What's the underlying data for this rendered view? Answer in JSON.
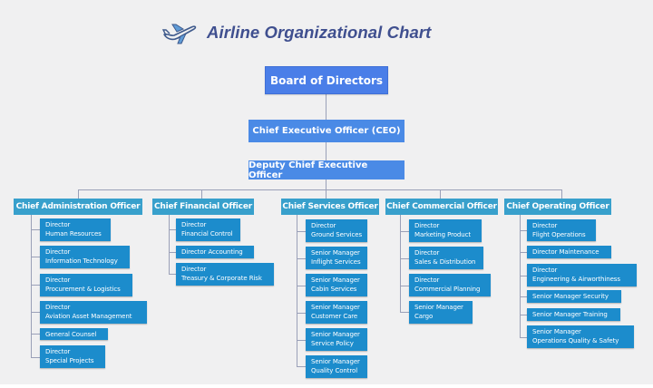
{
  "header": {
    "title": "Airline Organizational Chart",
    "icon": "airplane-icon"
  },
  "colors": {
    "background": "#f0f0f1",
    "title": "#3f4f8f",
    "board_box": "#4a7ee8",
    "executive_box": "#4a8ae6",
    "chief_box": "#38a0cc",
    "report_box": "#1c8ccc",
    "connector": "#9aa0b8"
  },
  "top": {
    "board": "Board of Directors",
    "ceo": "Chief Executive Officer (CEO)",
    "deputy": "Deputy Chief Executive Officer"
  },
  "chiefs": [
    {
      "title": "Chief Administration Officer",
      "reports": [
        {
          "line1": "Director",
          "line2": "Human Resources"
        },
        {
          "line1": "Director",
          "line2": "Information Technology"
        },
        {
          "line1": "Director",
          "line2": "Procurement & Logistics"
        },
        {
          "line1": "Director",
          "line2": "Aviation Asset Management"
        },
        {
          "line1": "General Counsel",
          "line2": ""
        },
        {
          "line1": "Director",
          "line2": "Special Projects"
        }
      ]
    },
    {
      "title": "Chief Financial Officer",
      "reports": [
        {
          "line1": "Director",
          "line2": "Financial Control"
        },
        {
          "line1": "Director Accounting",
          "line2": ""
        },
        {
          "line1": "Director",
          "line2": "Treasury & Corporate Risk"
        }
      ]
    },
    {
      "title": "Chief Services Officer",
      "reports": [
        {
          "line1": "Director",
          "line2": "Ground Services"
        },
        {
          "line1": "Senior Manager",
          "line2": "Inflight Services"
        },
        {
          "line1": "Senior Manager",
          "line2": "Cabin Services"
        },
        {
          "line1": "Senior Manager",
          "line2": "Customer Care"
        },
        {
          "line1": "Senior Manager",
          "line2": "Service Policy"
        },
        {
          "line1": "Senior Manager",
          "line2": "Quality Control"
        }
      ]
    },
    {
      "title": "Chief Commercial Officer",
      "reports": [
        {
          "line1": "Director",
          "line2": "Marketing Product"
        },
        {
          "line1": "Director",
          "line2": "Sales & Distribution"
        },
        {
          "line1": "Director",
          "line2": "Commercial Planning"
        },
        {
          "line1": "Senior Manager",
          "line2": "Cargo"
        }
      ]
    },
    {
      "title": "Chief Operating Officer",
      "reports": [
        {
          "line1": "Director",
          "line2": "Flight Operations"
        },
        {
          "line1": "Director Maintenance",
          "line2": ""
        },
        {
          "line1": "Director",
          "line2": "Engineering & Airworthiness"
        },
        {
          "line1": "Senior Manager Security",
          "line2": ""
        },
        {
          "line1": "Senior Manager Training",
          "line2": ""
        },
        {
          "line1": "Senior Manager",
          "line2": "Operations Quality & Safety"
        }
      ]
    }
  ]
}
